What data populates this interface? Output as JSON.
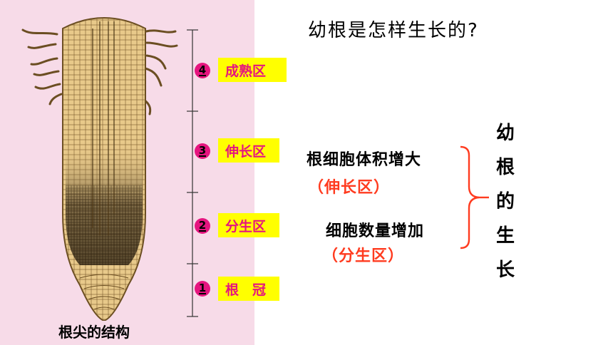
{
  "title": "幼根是怎样生长的?",
  "caption": "根尖的结构",
  "zones": [
    {
      "num": "4",
      "label": "成熟区"
    },
    {
      "num": "3",
      "label": "伸长区"
    },
    {
      "num": "2",
      "label": "分生区"
    },
    {
      "num": "1",
      "label": "根　冠"
    }
  ],
  "statements": {
    "cell_volume": "根细胞体积增大",
    "elongation": "（伸长区）",
    "cell_count": "细胞数量增加",
    "meristem": "（分生区）"
  },
  "conclusion": [
    "幼",
    "根",
    "的",
    "生",
    "长"
  ],
  "colors": {
    "pink_bg": "#f7dbe8",
    "label_bg": "#ffff00",
    "label_text": "#e5157f",
    "red_text": "#ff3b1f",
    "bracket": "#ff3b1f",
    "root_fill": "#e8c98a"
  }
}
